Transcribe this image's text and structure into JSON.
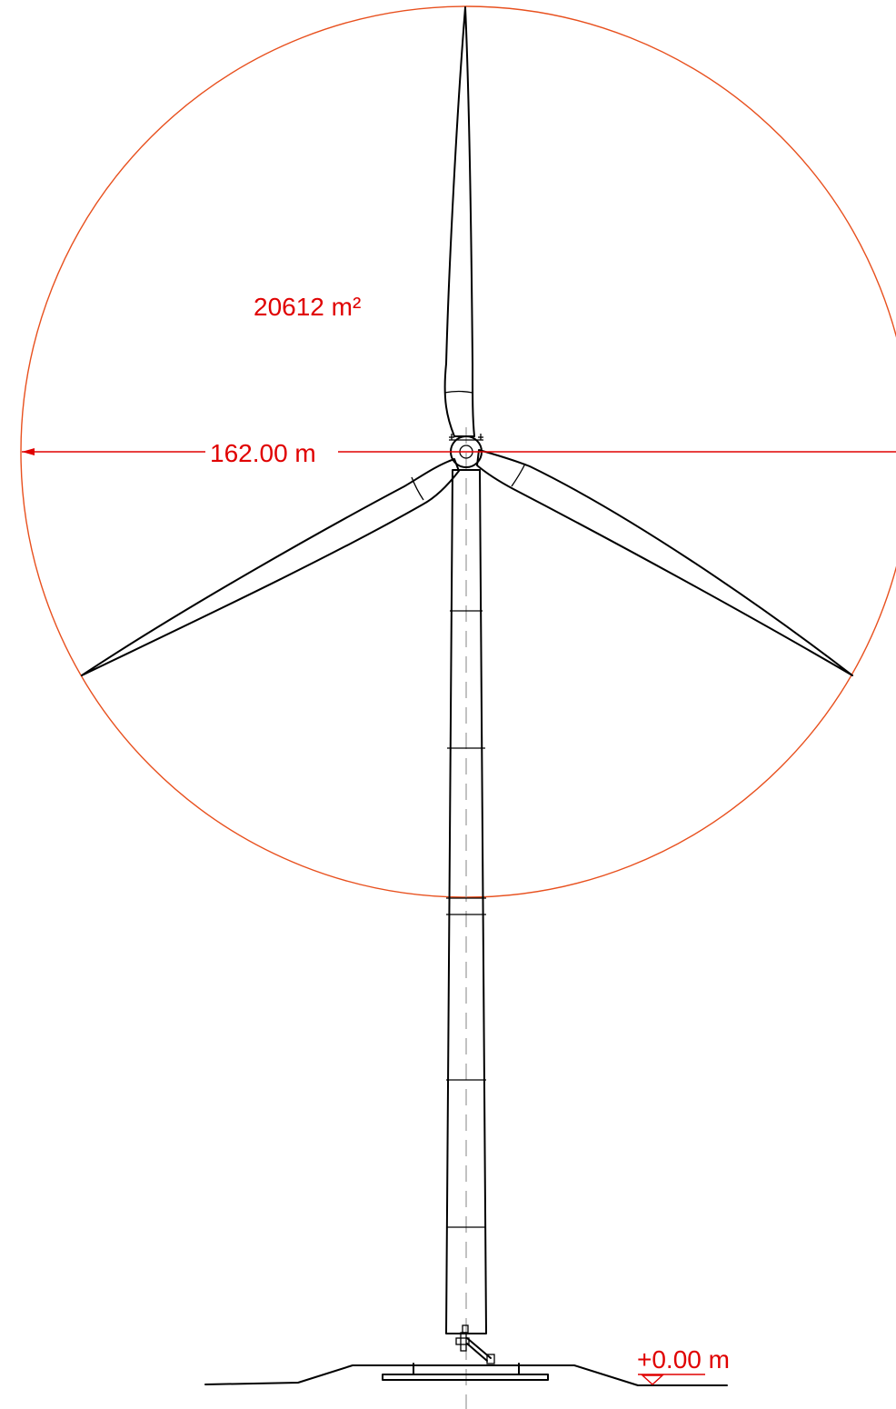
{
  "rotor_area_label": "20612 m²",
  "rotor_diameter_label": "162.00 m",
  "ground_level_label": "+0.00 m",
  "colors": {
    "dimension": "#e00000",
    "rotor_circle": "#e8501e",
    "drawing": "#000000",
    "centerline": "#9a9a9a"
  }
}
